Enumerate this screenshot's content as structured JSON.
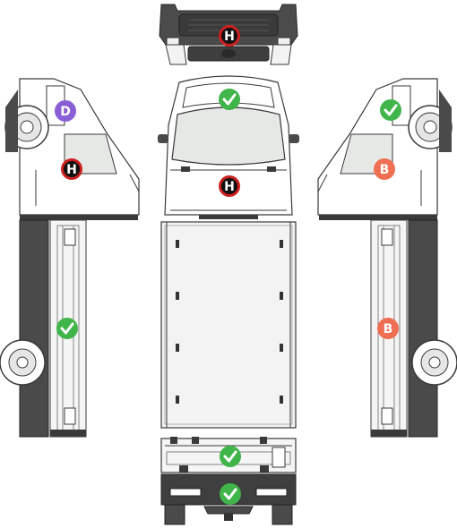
{
  "diagram": {
    "legend_codes": {
      "H": {
        "color": "#cc1f1f",
        "inner": "#111111",
        "glyph_color": "#ffffff"
      },
      "D": {
        "color": "#8b5fd6",
        "inner": "#8b5fd6",
        "glyph_color": "#ffffff"
      },
      "B": {
        "color": "#ef6f52",
        "inner": "#ef6f52",
        "glyph_color": "#ffffff"
      },
      "ok": {
        "color": "#3fb54a",
        "inner": "#3fb54a",
        "glyph_color": "#ffffff"
      }
    },
    "panels": [
      {
        "id": "front-bumper",
        "marker": "H",
        "label": "H"
      },
      {
        "id": "windshield",
        "marker": "ok",
        "label": ""
      },
      {
        "id": "cab-front",
        "marker": "H",
        "label": "H"
      },
      {
        "id": "left-cab-top",
        "marker": "D",
        "label": "D"
      },
      {
        "id": "left-cab-door",
        "marker": "H",
        "label": "H"
      },
      {
        "id": "left-cargo-side",
        "marker": "ok",
        "label": ""
      },
      {
        "id": "right-cab-top",
        "marker": "ok",
        "label": ""
      },
      {
        "id": "right-cab-door",
        "marker": "B",
        "label": "B"
      },
      {
        "id": "right-cargo-side",
        "marker": "B",
        "label": "B"
      },
      {
        "id": "tailgate",
        "marker": "ok",
        "label": ""
      },
      {
        "id": "rear-bumper",
        "marker": "ok",
        "label": ""
      }
    ],
    "colors": {
      "outline": "#3a3a3a",
      "dark_part": "#4a4a4a",
      "glass": "#e6e8e6",
      "body": "#ffffff",
      "bed": "#f2f2f2"
    }
  }
}
